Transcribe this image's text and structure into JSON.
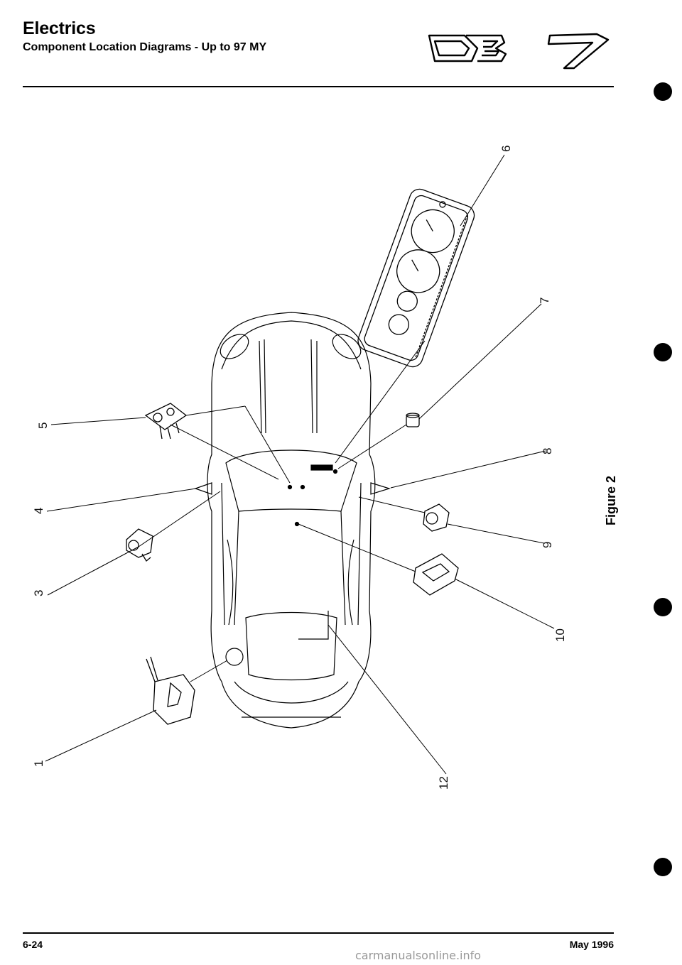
{
  "header": {
    "title": "Electrics",
    "subtitle": "Component Location Diagrams - Up to 97 MY",
    "logo_text": "DB7"
  },
  "figure_label": "Figure 2",
  "callouts": [
    "1",
    "3",
    "4",
    "5",
    "6",
    "7",
    "8",
    "9",
    "10",
    "12"
  ],
  "footer": {
    "page_number": "6-24",
    "date": "May 1996"
  },
  "watermark": "carmanualsonline.info"
}
